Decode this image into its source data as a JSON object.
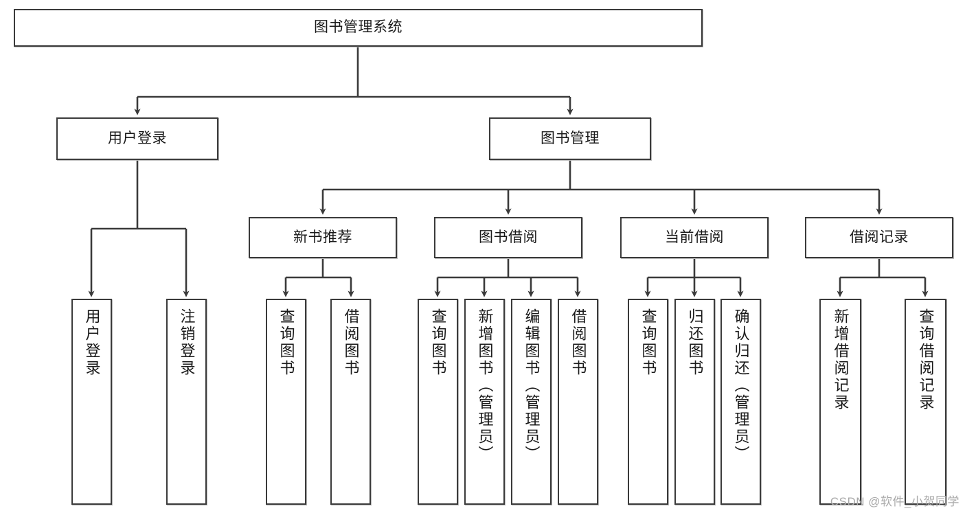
{
  "diagram": {
    "title_node": {
      "label": "图书管理系统"
    },
    "level2": [
      {
        "label": "用户登录"
      },
      {
        "label": "图书管理"
      }
    ],
    "level3": [
      {
        "label": "新书推荐"
      },
      {
        "label": "图书借阅"
      },
      {
        "label": "当前借阅"
      },
      {
        "label": "借阅记录"
      }
    ],
    "leaves": {
      "user_login": [
        {
          "label": "用户登录"
        },
        {
          "label": "注销登录"
        }
      ],
      "new_book": [
        {
          "label": "查询图书"
        },
        {
          "label": "借阅图书"
        }
      ],
      "book_borrow": [
        {
          "label": "查询图书"
        },
        {
          "label": "新增图书（管理员）"
        },
        {
          "label": "编辑图书（管理员）"
        },
        {
          "label": "借阅图书"
        }
      ],
      "current_borrow": [
        {
          "label": "查询图书"
        },
        {
          "label": "归还图书"
        },
        {
          "label": "确认归还（管理员）"
        }
      ],
      "borrow_record": [
        {
          "label": "新增借阅记录"
        },
        {
          "label": "查询借阅记录"
        }
      ]
    }
  },
  "watermark": {
    "text": "CSDN @软件_小贺同学"
  },
  "colors": {
    "border": "#3a3a3a",
    "background": "#ffffff",
    "text": "#1a1a1a",
    "watermark": "#a9a9a9"
  }
}
